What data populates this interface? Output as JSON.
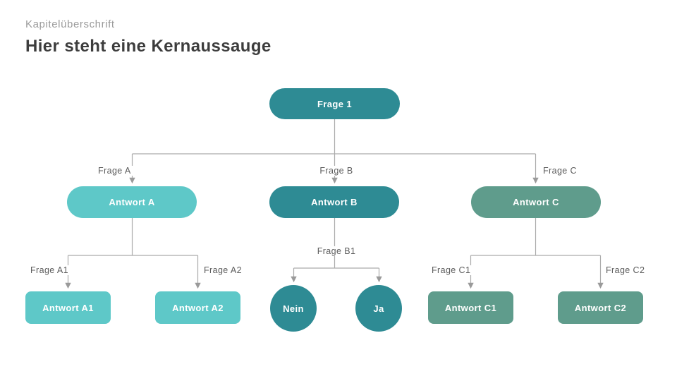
{
  "header": {
    "kicker": "Kapitelüberschrift",
    "title": "Hier steht eine Kernaussauge"
  },
  "colors": {
    "teal_dark": "#2e8b94",
    "teal_light": "#5ec8c8",
    "sage_green": "#5f9c8c",
    "connector_line": "#ababab",
    "arrowhead": "#9a9a9a",
    "edge_label_text": "#5c5c5c",
    "kicker_text": "#9b9b9b",
    "title_text": "#3d3d3d",
    "node_text": "#ffffff"
  },
  "diagram": {
    "nodes": {
      "frage1": {
        "label": "Frage 1",
        "shape": "pill",
        "color": "#2e8b94"
      },
      "antwort_a": {
        "label": "Antwort A",
        "shape": "pill",
        "color": "#5ec8c8"
      },
      "antwort_b": {
        "label": "Antwort B",
        "shape": "pill",
        "color": "#2e8b94"
      },
      "antwort_c": {
        "label": "Antwort C",
        "shape": "pill",
        "color": "#5f9c8c"
      },
      "antwort_a1": {
        "label": "Antwort A1",
        "shape": "box",
        "color": "#5ec8c8"
      },
      "antwort_a2": {
        "label": "Antwort A2",
        "shape": "box",
        "color": "#5ec8c8"
      },
      "nein": {
        "label": "Nein",
        "shape": "circle",
        "color": "#2e8b94"
      },
      "ja": {
        "label": "Ja",
        "shape": "circle",
        "color": "#2e8b94"
      },
      "antwort_c1": {
        "label": "Antwort C1",
        "shape": "box",
        "color": "#5f9c8c"
      },
      "antwort_c2": {
        "label": "Antwort C2",
        "shape": "box",
        "color": "#5f9c8c"
      }
    },
    "edge_labels": {
      "frage_a": "Frage A",
      "frage_b": "Frage B",
      "frage_c": "Frage C",
      "frage_a1": "Frage A1",
      "frage_a2": "Frage A2",
      "frage_b1": "Frage B1",
      "frage_c1": "Frage C1",
      "frage_c2": "Frage C2"
    },
    "edges": [
      {
        "from": "frage1",
        "to": "antwort_a",
        "label": "Frage A"
      },
      {
        "from": "frage1",
        "to": "antwort_b",
        "label": "Frage B"
      },
      {
        "from": "frage1",
        "to": "antwort_c",
        "label": "Frage C"
      },
      {
        "from": "antwort_a",
        "to": "antwort_a1",
        "label": "Frage A1"
      },
      {
        "from": "antwort_a",
        "to": "antwort_a2",
        "label": "Frage A2"
      },
      {
        "from": "antwort_b",
        "to": "nein",
        "label": "Frage B1"
      },
      {
        "from": "antwort_b",
        "to": "ja",
        "label": "Frage B1"
      },
      {
        "from": "antwort_c",
        "to": "antwort_c1",
        "label": "Frage C1"
      },
      {
        "from": "antwort_c",
        "to": "antwort_c2",
        "label": "Frage C2"
      }
    ]
  }
}
